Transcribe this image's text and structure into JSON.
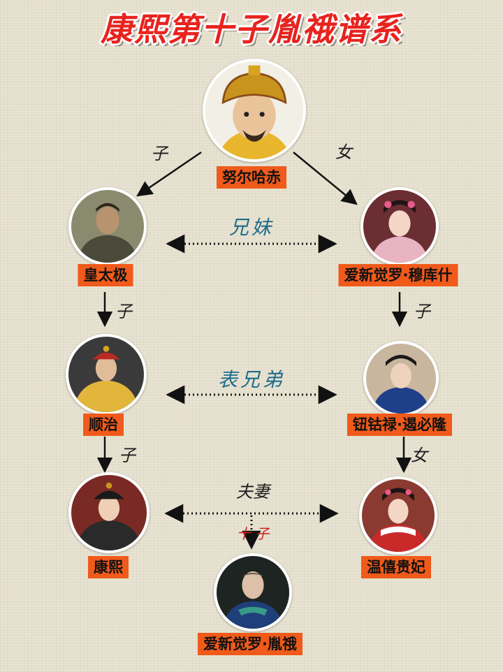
{
  "title": "康熙第十子胤䄉谱系",
  "people": {
    "nurhaci": {
      "name": "努尔哈赤"
    },
    "huangtaiji": {
      "name": "皇太极"
    },
    "mukushi": {
      "name": "爱新觉罗·穆库什"
    },
    "shunzhi": {
      "name": "顺治"
    },
    "ebilun": {
      "name": "钮钴禄·遏必隆"
    },
    "kangxi": {
      "name": "康熙"
    },
    "wenxi": {
      "name": "温僖贵妃"
    },
    "yine": {
      "name": "爱新觉罗·胤䄉"
    }
  },
  "relations": {
    "nurhaci_to_huangtaiji": "子",
    "nurhaci_to_mukushi": "女",
    "huangtaiji_mukushi": "兄妹",
    "huangtaiji_to_shunzhi": "子",
    "mukushi_to_ebilun": "子",
    "shunzhi_ebilun": "表兄弟",
    "shunzhi_to_kangxi": "子",
    "ebilun_to_wenxi": "女",
    "kangxi_wenxi": "夫妻",
    "tenth_son": "十 子"
  }
}
